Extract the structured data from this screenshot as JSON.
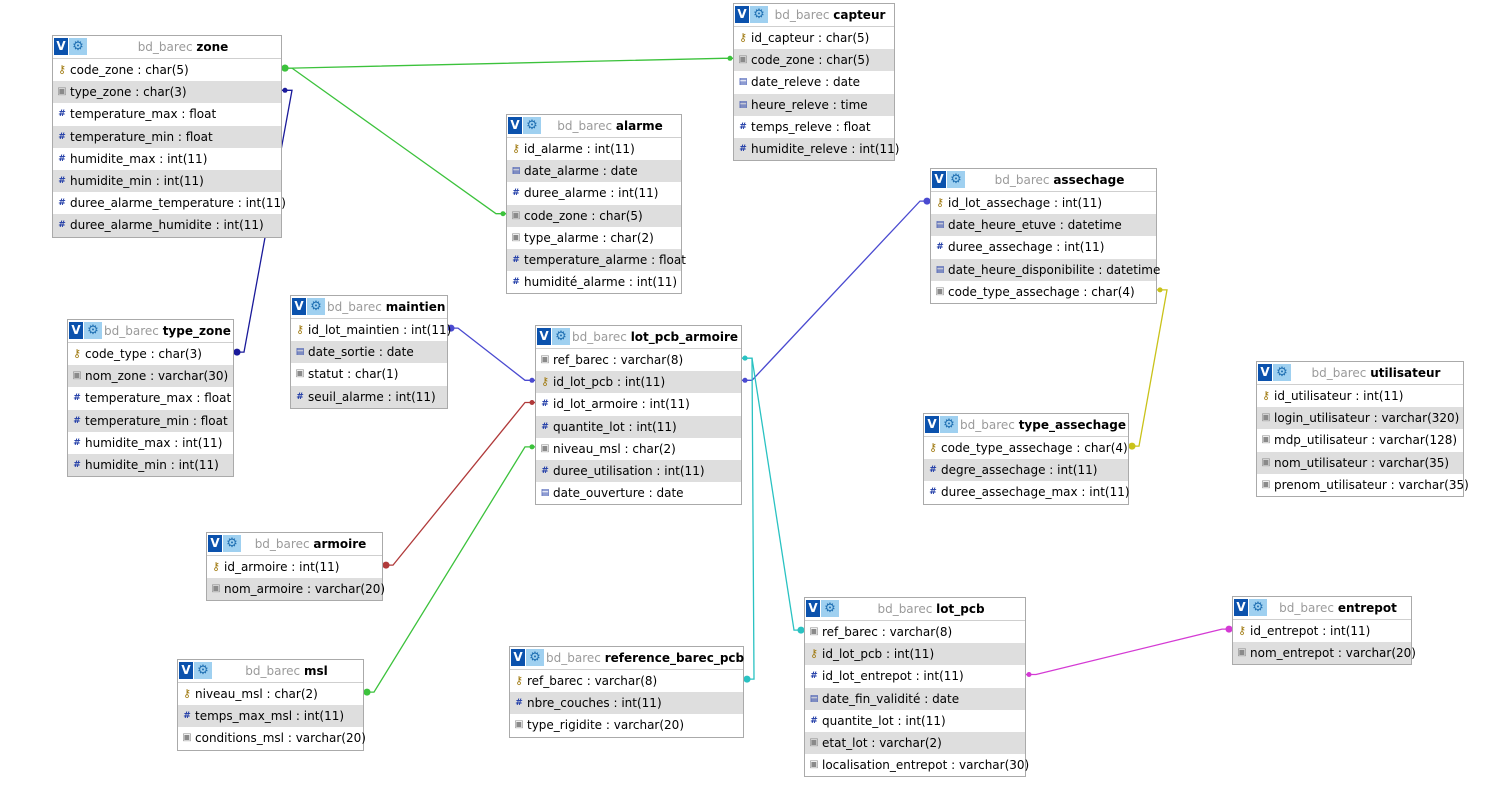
{
  "schema": "bd_barec",
  "tables": {
    "zone": {
      "name": "zone",
      "columns": [
        {
          "name": "code_zone",
          "type": "char(5)",
          "icon": "key"
        },
        {
          "name": "type_zone",
          "type": "char(3)",
          "icon": "text"
        },
        {
          "name": "temperature_max",
          "type": "float",
          "icon": "number"
        },
        {
          "name": "temperature_min",
          "type": "float",
          "icon": "number"
        },
        {
          "name": "humidite_max",
          "type": "int(11)",
          "icon": "number"
        },
        {
          "name": "humidite_min",
          "type": "int(11)",
          "icon": "number"
        },
        {
          "name": "duree_alarme_temperature",
          "type": "int(11)",
          "icon": "number"
        },
        {
          "name": "duree_alarme_humidite",
          "type": "int(11)",
          "icon": "number"
        }
      ]
    },
    "capteur": {
      "name": "capteur",
      "columns": [
        {
          "name": "id_capteur",
          "type": "char(5)",
          "icon": "key"
        },
        {
          "name": "code_zone",
          "type": "char(5)",
          "icon": "text"
        },
        {
          "name": "date_releve",
          "type": "date",
          "icon": "date"
        },
        {
          "name": "heure_releve",
          "type": "time",
          "icon": "date"
        },
        {
          "name": "temps_releve",
          "type": "float",
          "icon": "number"
        },
        {
          "name": "humidite_releve",
          "type": "int(11)",
          "icon": "number"
        }
      ]
    },
    "alarme": {
      "name": "alarme",
      "columns": [
        {
          "name": "id_alarme",
          "type": "int(11)",
          "icon": "key"
        },
        {
          "name": "date_alarme",
          "type": "date",
          "icon": "date"
        },
        {
          "name": "duree_alarme",
          "type": "int(11)",
          "icon": "number"
        },
        {
          "name": "code_zone",
          "type": "char(5)",
          "icon": "text"
        },
        {
          "name": "type_alarme",
          "type": "char(2)",
          "icon": "text"
        },
        {
          "name": "temperature_alarme",
          "type": "float",
          "icon": "number"
        },
        {
          "name": "humidité_alarme",
          "type": "int(11)",
          "icon": "number"
        }
      ]
    },
    "assechage": {
      "name": "assechage",
      "columns": [
        {
          "name": "id_lot_assechage",
          "type": "int(11)",
          "icon": "key"
        },
        {
          "name": "date_heure_etuve",
          "type": "datetime",
          "icon": "date"
        },
        {
          "name": "duree_assechage",
          "type": "int(11)",
          "icon": "number"
        },
        {
          "name": "date_heure_disponibilite",
          "type": "datetime",
          "icon": "date"
        },
        {
          "name": "code_type_assechage",
          "type": "char(4)",
          "icon": "text"
        }
      ]
    },
    "type_zone": {
      "name": "type_zone",
      "columns": [
        {
          "name": "code_type",
          "type": "char(3)",
          "icon": "key"
        },
        {
          "name": "nom_zone",
          "type": "varchar(30)",
          "icon": "text"
        },
        {
          "name": "temperature_max",
          "type": "float",
          "icon": "number"
        },
        {
          "name": "temperature_min",
          "type": "float",
          "icon": "number"
        },
        {
          "name": "humidite_max",
          "type": "int(11)",
          "icon": "number"
        },
        {
          "name": "humidite_min",
          "type": "int(11)",
          "icon": "number"
        }
      ]
    },
    "maintien": {
      "name": "maintien",
      "columns": [
        {
          "name": "id_lot_maintien",
          "type": "int(11)",
          "icon": "key"
        },
        {
          "name": "date_sortie",
          "type": "date",
          "icon": "date"
        },
        {
          "name": "statut",
          "type": "char(1)",
          "icon": "text"
        },
        {
          "name": "seuil_alarme",
          "type": "int(11)",
          "icon": "number"
        }
      ]
    },
    "lot_pcb_armoire": {
      "name": "lot_pcb_armoire",
      "columns": [
        {
          "name": "ref_barec",
          "type": "varchar(8)",
          "icon": "text"
        },
        {
          "name": "id_lot_pcb",
          "type": "int(11)",
          "icon": "key"
        },
        {
          "name": "id_lot_armoire",
          "type": "int(11)",
          "icon": "number"
        },
        {
          "name": "quantite_lot",
          "type": "int(11)",
          "icon": "number"
        },
        {
          "name": "niveau_msl",
          "type": "char(2)",
          "icon": "text"
        },
        {
          "name": "duree_utilisation",
          "type": "int(11)",
          "icon": "number"
        },
        {
          "name": "date_ouverture",
          "type": "date",
          "icon": "date"
        }
      ]
    },
    "type_assechage": {
      "name": "type_assechage",
      "columns": [
        {
          "name": "code_type_assechage",
          "type": "char(4)",
          "icon": "key"
        },
        {
          "name": "degre_assechage",
          "type": "int(11)",
          "icon": "number"
        },
        {
          "name": "duree_assechage_max",
          "type": "int(11)",
          "icon": "number"
        }
      ]
    },
    "utilisateur": {
      "name": "utilisateur",
      "columns": [
        {
          "name": "id_utilisateur",
          "type": "int(11)",
          "icon": "key"
        },
        {
          "name": "login_utilisateur",
          "type": "varchar(320)",
          "icon": "text"
        },
        {
          "name": "mdp_utilisateur",
          "type": "varchar(128)",
          "icon": "text"
        },
        {
          "name": "nom_utilisateur",
          "type": "varchar(35)",
          "icon": "text"
        },
        {
          "name": "prenom_utilisateur",
          "type": "varchar(35)",
          "icon": "text"
        }
      ]
    },
    "armoire": {
      "name": "armoire",
      "columns": [
        {
          "name": "id_armoire",
          "type": "int(11)",
          "icon": "key"
        },
        {
          "name": "nom_armoire",
          "type": "varchar(20)",
          "icon": "text"
        }
      ]
    },
    "lot_pcb": {
      "name": "lot_pcb",
      "columns": [
        {
          "name": "ref_barec",
          "type": "varchar(8)",
          "icon": "text"
        },
        {
          "name": "id_lot_pcb",
          "type": "int(11)",
          "icon": "key"
        },
        {
          "name": "id_lot_entrepot",
          "type": "int(11)",
          "icon": "number"
        },
        {
          "name": "date_fin_validité",
          "type": "date",
          "icon": "date"
        },
        {
          "name": "quantite_lot",
          "type": "int(11)",
          "icon": "number"
        },
        {
          "name": "etat_lot",
          "type": "varchar(2)",
          "icon": "text"
        },
        {
          "name": "localisation_entrepot",
          "type": "varchar(30)",
          "icon": "text"
        }
      ]
    },
    "entrepot": {
      "name": "entrepot",
      "columns": [
        {
          "name": "id_entrepot",
          "type": "int(11)",
          "icon": "key"
        },
        {
          "name": "nom_entrepot",
          "type": "varchar(20)",
          "icon": "text"
        }
      ]
    },
    "msl": {
      "name": "msl",
      "columns": [
        {
          "name": "niveau_msl",
          "type": "char(2)",
          "icon": "key"
        },
        {
          "name": "temps_max_msl",
          "type": "int(11)",
          "icon": "number"
        },
        {
          "name": "conditions_msl",
          "type": "varchar(20)",
          "icon": "text"
        }
      ]
    },
    "reference_barec_pcb": {
      "name": "reference_barec_pcb",
      "columns": [
        {
          "name": "ref_barec",
          "type": "varchar(8)",
          "icon": "key"
        },
        {
          "name": "nbre_couches",
          "type": "int(11)",
          "icon": "number"
        },
        {
          "name": "type_rigidite",
          "type": "varchar(20)",
          "icon": "text"
        }
      ]
    }
  },
  "relations": [
    {
      "from": "capteur.code_zone",
      "to": "zone.code_zone",
      "color": "#3cc23c"
    },
    {
      "from": "alarme.code_zone",
      "to": "zone.code_zone",
      "color": "#3cc23c"
    },
    {
      "from": "zone.type_zone",
      "to": "type_zone.code_type",
      "color": "#1a1a9a"
    },
    {
      "from": "assechage.code_type_assechage",
      "to": "type_assechage.code_type_assechage",
      "color": "#c9c21a"
    },
    {
      "from": "lot_pcb_armoire.id_lot_pcb",
      "to": "maintien.id_lot_maintien",
      "color": "#4a4ad0"
    },
    {
      "from": "lot_pcb_armoire.id_lot_pcb",
      "to": "assechage.id_lot_assechage",
      "color": "#4a4ad0"
    },
    {
      "from": "lot_pcb_armoire.id_lot_armoire",
      "to": "armoire.id_armoire",
      "color": "#b03a3a"
    },
    {
      "from": "lot_pcb_armoire.niveau_msl",
      "to": "msl.niveau_msl",
      "color": "#3cc23c"
    },
    {
      "from": "lot_pcb_armoire.ref_barec",
      "to": "lot_pcb.ref_barec",
      "color": "#2ac2c2"
    },
    {
      "from": "lot_pcb_armoire.ref_barec",
      "to": "reference_barec_pcb.ref_barec",
      "color": "#2ac2c2"
    },
    {
      "from": "lot_pcb.id_lot_entrepot",
      "to": "entrepot.id_entrepot",
      "color": "#d43ad4"
    }
  ]
}
